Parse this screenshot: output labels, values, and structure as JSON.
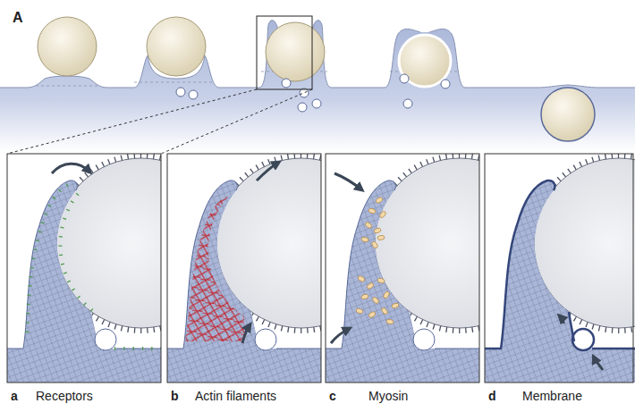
{
  "diagram": {
    "labels": [
      "A",
      "a",
      "Receptors",
      "b",
      "Actin filaments",
      "c",
      "Myosin",
      "d",
      "Membrane"
    ]
  }
}
